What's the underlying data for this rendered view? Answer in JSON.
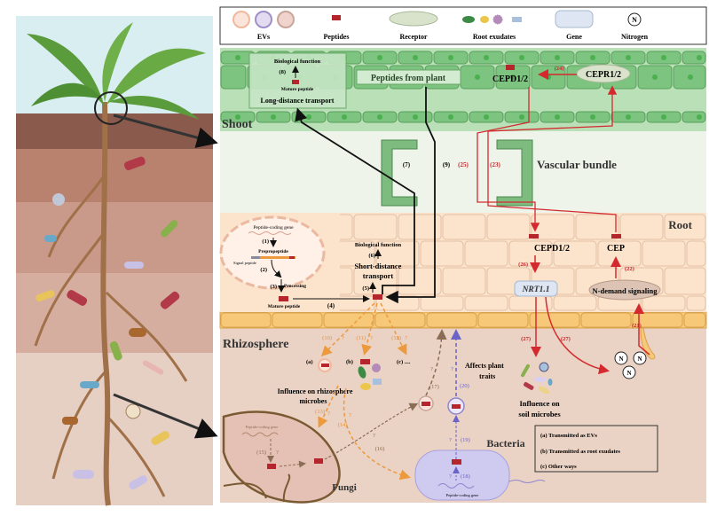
{
  "legend": {
    "evs": "EVs",
    "peptides": "Peptides",
    "receptor": "Receptor",
    "root_exudates": "Root exudates",
    "gene": "Gene",
    "nitrogen": "Nitrogen",
    "nitrogen_symbol": "N"
  },
  "shoot": {
    "label": "Shoot",
    "biological_function": "Biological function",
    "step8": "(8)",
    "mature_peptide": "Mature peptide",
    "long_distance": "Long-distance transport",
    "peptides_from_plant": "Peptides from plant",
    "cepd": "CEPD1/2",
    "cepr": "CEPR1/2",
    "step24": "(24)"
  },
  "vascular": {
    "label": "Vascular bundle",
    "step7": "(7)",
    "step9": "(9)",
    "step25": "(25)",
    "step23": "(23)"
  },
  "root": {
    "label": "Root",
    "gene": "Peptide-coding gene",
    "step1": "(1)",
    "prepropeptide": "Prepropeptide",
    "signal_peptide": "Signal peptide",
    "step2": "(2)",
    "step3": "(3)",
    "processing": "Processing",
    "mature_peptide": "Mature peptide",
    "step4": "(4)",
    "biological_function": "Biological function",
    "step6": "(6)",
    "short_distance": "Short-distance transport",
    "short_distance_1": "Short-distance",
    "short_distance_2": "transport",
    "step5": "(5)",
    "cepd": "CEPD1/2",
    "cep": "CEP",
    "step26": "(26)",
    "step22": "(22)",
    "nrt": "NRT1.1",
    "n_demand": "N-demand signaling",
    "step21": "(21)",
    "step27a": "(27)",
    "step27b": "(27)"
  },
  "rhizosphere": {
    "label": "Rhizosphere",
    "step10": "(10)",
    "step11": "(11)",
    "step12": "(12)",
    "q": "?",
    "a": "(a)",
    "b": "(b)",
    "c": "(c) ....",
    "influence_rhizo_1": "Influence on rhizosphere",
    "influence_rhizo_2": "microbes",
    "step13": "(13)",
    "step14": "(14)",
    "step15": "(15)",
    "step16": "(16)",
    "step17": "(17)",
    "step18": "(18)",
    "step19": "(19)",
    "step20": "(20)",
    "affects_1": "Affects plant",
    "affects_2": "traits",
    "influence_soil_1": "Influence on",
    "influence_soil_2": "soil microbes",
    "fungi": "Fungi",
    "bacteria": "Bacteria",
    "fungi_gene": "Peptide-coding gene",
    "bacteria_gene": "Peptide-coding gene"
  },
  "key": {
    "a": "(a) Transmitted as EVs",
    "b": "(b) Transmitted as root exudates",
    "c": "(c) Other ways"
  },
  "colors": {
    "peptide": "#b5262c",
    "shoot_green": "#7cc47f",
    "root_peach": "#f6dcc4",
    "rhizosphere": "#e8cfc2",
    "red_arrow": "#d42a2f",
    "orange_arrow": "#ec9a3c",
    "purple_arrow": "#6a63c8"
  }
}
